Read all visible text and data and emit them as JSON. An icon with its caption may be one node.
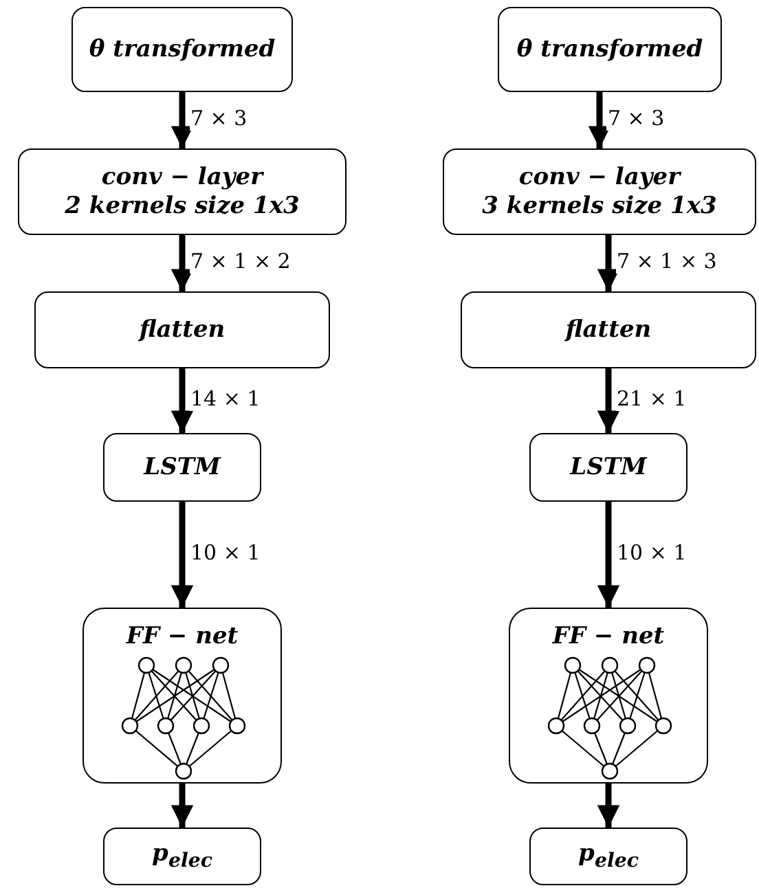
{
  "diagram": {
    "nodes": [
      {
        "text": [
          "θ transformed"
        ]
      },
      {
        "text": [
          "conv − layer",
          "2 kernels size 1x3"
        ]
      },
      {
        "text": [
          "flatten"
        ]
      },
      {
        "text": [
          "LSTM"
        ]
      },
      {
        "text": [
          "FF − net"
        ]
      },
      {
        "text": [
          "p$_{elec}$"
        ]
      },
      {
        "text": [
          "θ transformed"
        ]
      },
      {
        "text": [
          "conv − layer",
          "3 kernels size 1x3"
        ]
      },
      {
        "text": [
          "flatten"
        ]
      },
      {
        "text": [
          "LSTM"
        ]
      },
      {
        "text": [
          "FF − net"
        ]
      },
      {
        "text": [
          "p$_{elec}$"
        ]
      }
    ],
    "edges": [
      {
        "from": 0,
        "to": 1,
        "arrow": "to",
        "label": "7 × 3"
      },
      {
        "from": 1,
        "to": 2,
        "arrow": "to",
        "label": "7 × 1 × 2"
      },
      {
        "from": 2,
        "to": 3,
        "arrow": "to",
        "label": "14 × 1"
      },
      {
        "from": 3,
        "to": 4,
        "arrow": "to",
        "label": "10 × 1"
      },
      {
        "from": 4,
        "to": 5,
        "arrow": "to"
      },
      {
        "from": 6,
        "to": 7,
        "arrow": "to",
        "label": "7 × 3"
      },
      {
        "from": 7,
        "to": 8,
        "arrow": "to",
        "label": "7 × 1 × 3"
      },
      {
        "from": 8,
        "to": 9,
        "arrow": "to",
        "label": "21 × 1"
      },
      {
        "from": 9,
        "to": 10,
        "arrow": "to",
        "label": "10 × 1"
      },
      {
        "from": 10,
        "to": 11,
        "arrow": "to"
      }
    ]
  }
}
